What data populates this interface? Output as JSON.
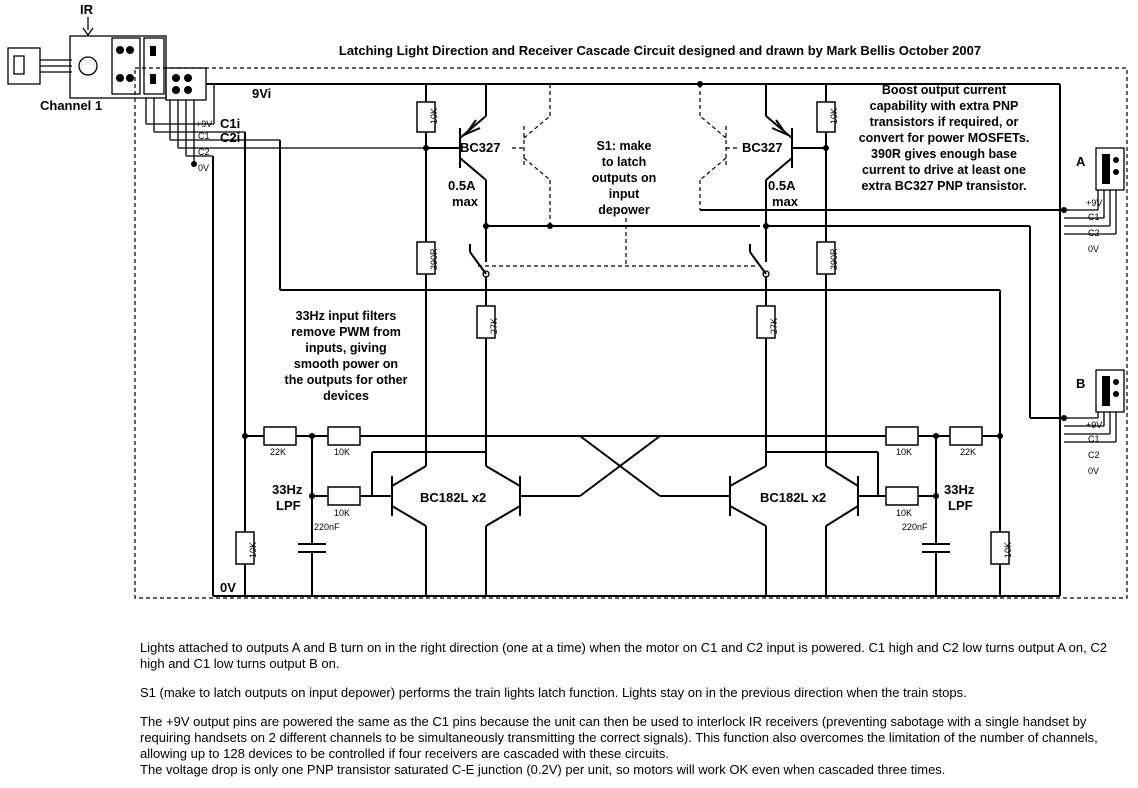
{
  "title": "Latching Light Direction and Receiver Cascade Circuit designed and drawn by Mark Bellis October 2007",
  "labels": {
    "ir": "IR",
    "channel": "Channel 1",
    "rail_9vi": "9Vi",
    "c1i": "C1i",
    "c2i": "C2i",
    "rail_0v": "0V",
    "pin_9v": "+9V",
    "pin_c1": "C1",
    "pin_c2": "C2",
    "pin_0v": "0V",
    "out_a": "A",
    "out_b": "B",
    "pnp_left": "BC327",
    "pnp_right": "BC327",
    "current_left": [
      "0.5A",
      "max"
    ],
    "current_right": [
      "0.5A",
      "max"
    ],
    "npn_left": "BC182L x2",
    "npn_right": "BC182L x2",
    "lpf_left": [
      "33Hz",
      "LPF"
    ],
    "lpf_right": [
      "33Hz",
      "LPF"
    ],
    "r_10k": "10K",
    "r_390": "390R",
    "r_27k": "27K",
    "r_22k": "22K",
    "c_220n": "220nF"
  },
  "notes": {
    "s1": [
      "S1: make",
      "to latch",
      "outputs on",
      "input",
      "depower"
    ],
    "boost": [
      "Boost output current",
      "capability with extra PNP",
      "transistors if required, or",
      "convert for power MOSFETs.",
      "390R gives enough base",
      "current to drive at least one",
      "extra BC327 PNP transistor."
    ],
    "filters": [
      "33Hz input filters",
      "remove PWM from",
      "inputs, giving",
      "smooth power on",
      "the outputs for other",
      "devices"
    ]
  },
  "description": [
    "Lights attached to outputs A and B turn on in the right direction (one at a time) when the motor on C1 and C2 input is powered.  C1 high and C2 low turns output A on, C2 high and C1 low turns output B on.",
    "S1 (make to latch outputs on input depower) performs the train lights latch function.  Lights stay on in the previous direction when the train stops.",
    "The +9V output pins are powered the same as the C1 pins because the unit can then be used to interlock IR receivers (preventing sabotage with a single handset by requiring handsets on 2 different channels to be simultaneously transmitting the correct signals).  This function also overcomes the limitation of the number of channels, allowing up to 128 devices to be controlled if four receivers are cascaded with these circuits.",
    "The voltage drop is only one PNP transistor saturated C-E junction (0.2V) per unit, so motors will work OK even when cascaded three times."
  ]
}
